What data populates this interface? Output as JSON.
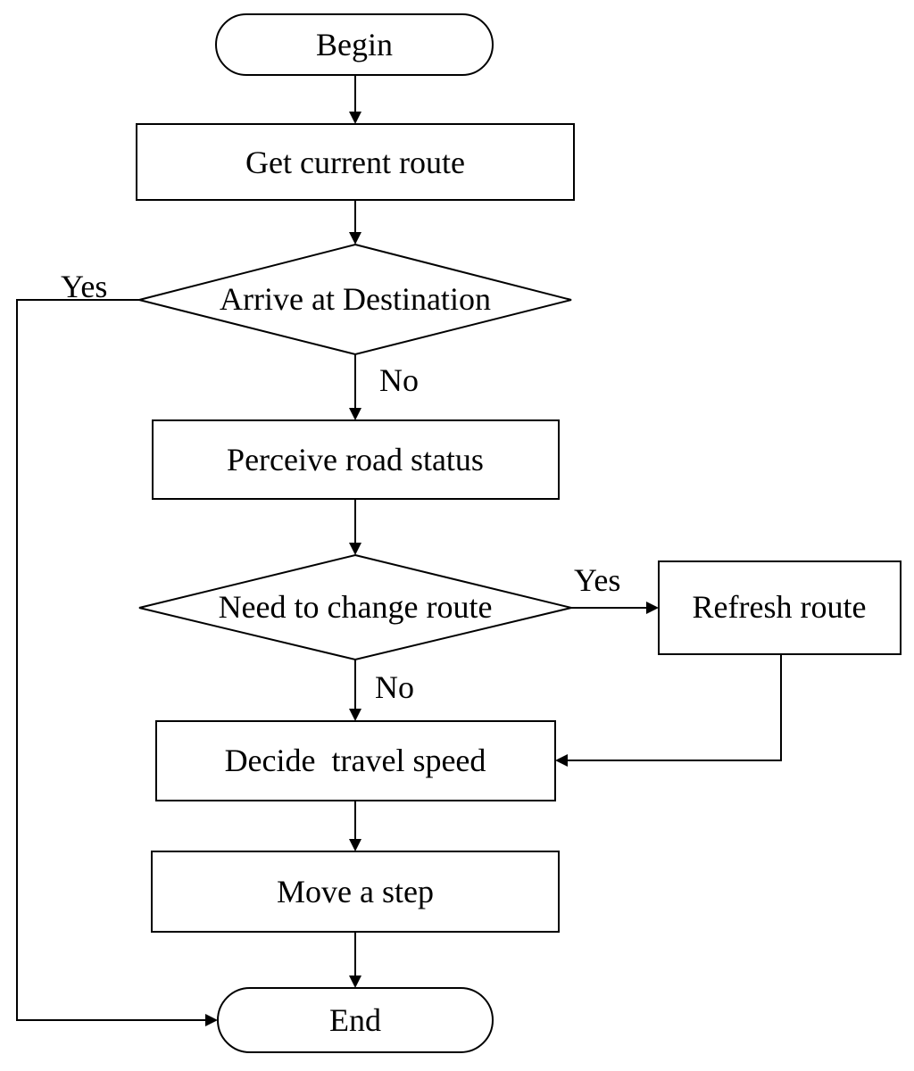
{
  "nodes": {
    "begin": "Begin",
    "get_route": "Get current route",
    "arrive": "Arrive at Destination",
    "perceive": "Perceive road status",
    "need_change": "Need to change route",
    "refresh": "Refresh route",
    "decide": "Decide  travel speed",
    "move": "Move a step",
    "end": "End"
  },
  "edges": {
    "arrive_yes": "Yes",
    "arrive_no": "No",
    "change_yes": "Yes",
    "change_no": "No"
  },
  "colors": {
    "stroke": "#000000",
    "background": "#ffffff"
  }
}
